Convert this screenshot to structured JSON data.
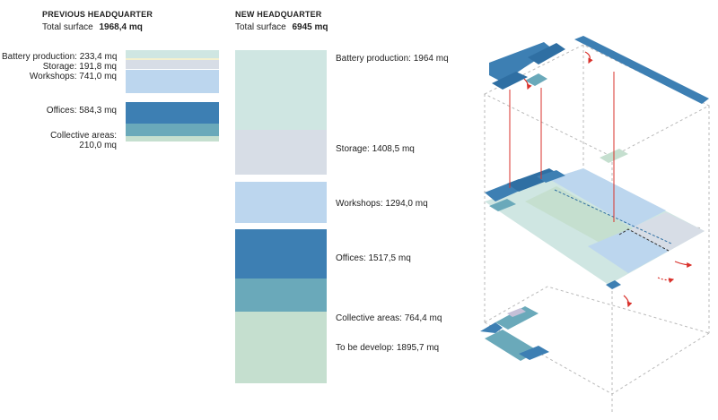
{
  "previous": {
    "heading": "PREVIOUS HEADQUARTER",
    "surface_label": "Total surface",
    "surface_value": "1968,4 mq",
    "labels": {
      "battery": "Battery production: 233,4 mq",
      "storage": "Storage: 191,8 mq",
      "workshops": "Workshops: 741,0 mq",
      "offices": "Offices: 584,3 mq",
      "collective_1": "Collective areas:",
      "collective_2": "210,0 mq"
    },
    "segments": [
      {
        "name": "Battery production",
        "area_mq": 233.4,
        "color": "#cfe6e2"
      },
      {
        "name": "Storage",
        "area_mq": 191.8,
        "color": "#d7dde6"
      },
      {
        "name": "Workshops",
        "area_mq": 741.0,
        "color": "#bcd6ee"
      },
      {
        "name": "Offices",
        "area_mq": 584.3,
        "color": "#3d7fb3"
      },
      {
        "name": "Collective areas",
        "area_mq": 210.0,
        "color": "#6aa9ba"
      }
    ]
  },
  "new": {
    "heading": "NEW HEADQUARTER",
    "surface_label": "Total surface",
    "surface_value": "6945 mq",
    "labels": {
      "battery": "Battery production: 1964 mq",
      "storage": "Storage: 1408,5 mq",
      "workshops": "Workshops: 1294,0 mq",
      "offices": "Offices: 1517,5 mq",
      "collective": "Collective areas: 764,4 mq",
      "develop": "To be develop: 1895,7 mq"
    },
    "segments": [
      {
        "name": "Battery production",
        "area_mq": 1964,
        "color": "#cfe6e2"
      },
      {
        "name": "Storage",
        "area_mq": 1408.5,
        "color": "#d7dde6"
      },
      {
        "name": "Workshops",
        "area_mq": 1294.0,
        "color": "#bcd6ee"
      },
      {
        "name": "Offices",
        "area_mq": 1517.5,
        "color": "#3d7fb3"
      },
      {
        "name": "Collective areas",
        "area_mq": 764.4,
        "color": "#6aa9ba"
      },
      {
        "name": "To be develop",
        "area_mq": 1895.7,
        "color": "#c5dfcf"
      }
    ]
  },
  "colors": {
    "battery": "#cfe6e2",
    "storage": "#d7dde6",
    "workshops": "#bcd6ee",
    "offices": "#3d7fb3",
    "collective": "#6aa9ba",
    "develop": "#c5dfcf",
    "structure_dark": "#2f6fa3",
    "arrow_red": "#d9312b",
    "dashed": "#b9b9b9"
  }
}
